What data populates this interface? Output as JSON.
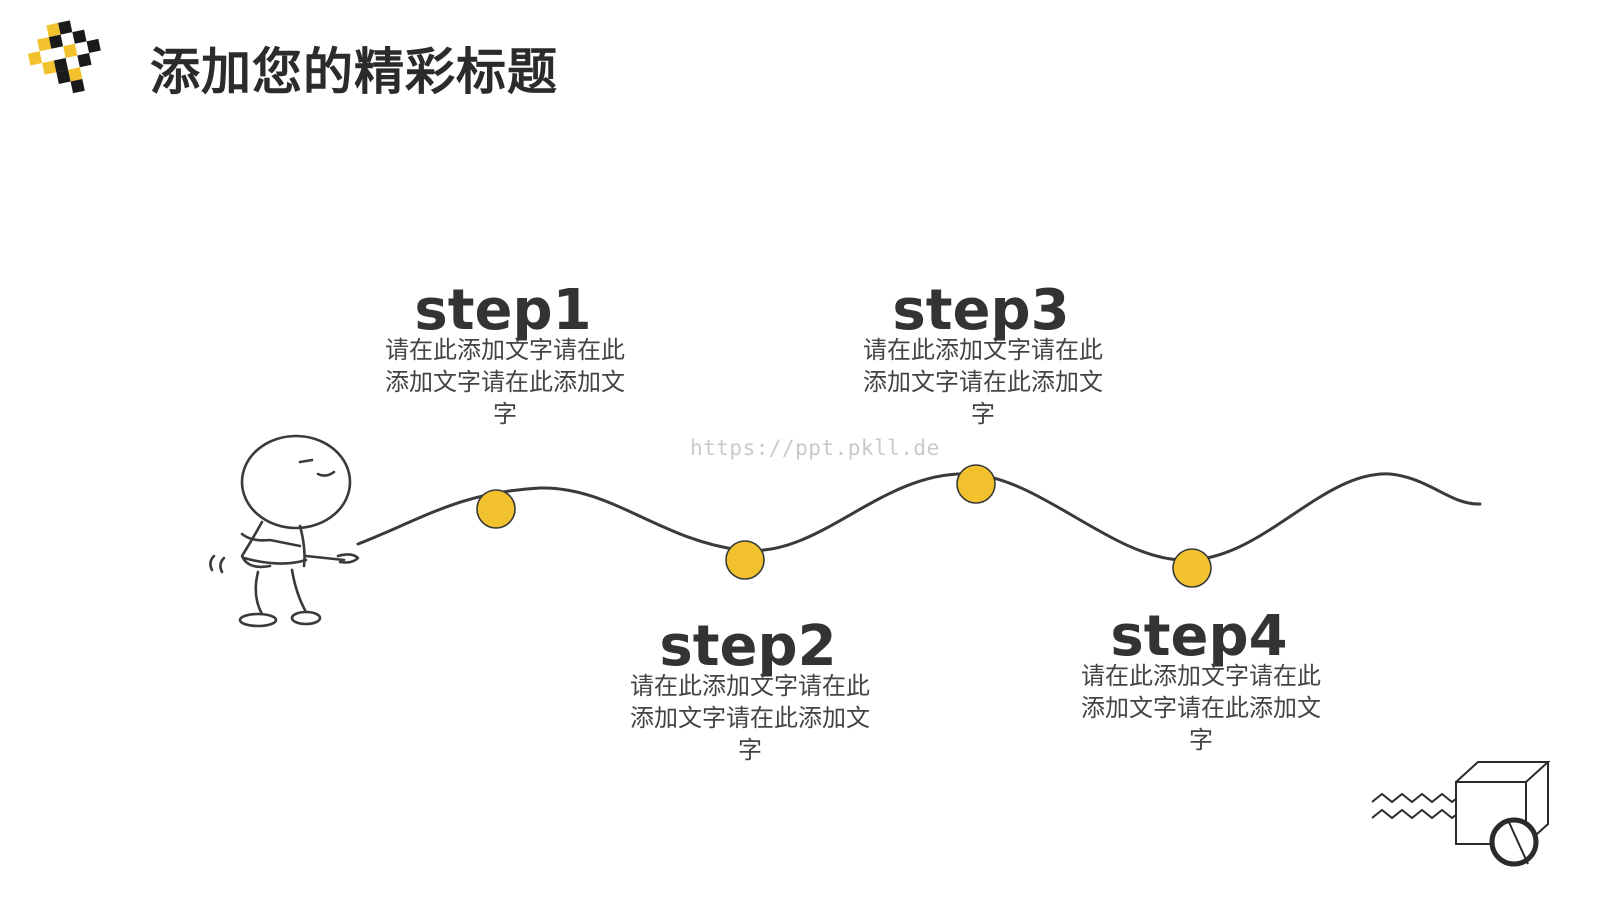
{
  "slide": {
    "title": "添加您的精彩标题",
    "watermark": "https://ppt.pkll.de"
  },
  "steps": [
    {
      "title": "step1",
      "description": "请在此添加文字请在此添加文字请在此添加文字"
    },
    {
      "title": "step2",
      "description": "请在此添加文字请在此添加文字请在此添加文字"
    },
    {
      "title": "step3",
      "description": "请在此添加文字请在此添加文字请在此添加文字"
    },
    {
      "title": "step4",
      "description": "请在此添加文字请在此添加文字请在此添加文字"
    }
  ],
  "colors": {
    "accent": "#f2c12e",
    "title": "#2b2b2b",
    "text": "#444444",
    "line": "#3a3a3a"
  }
}
